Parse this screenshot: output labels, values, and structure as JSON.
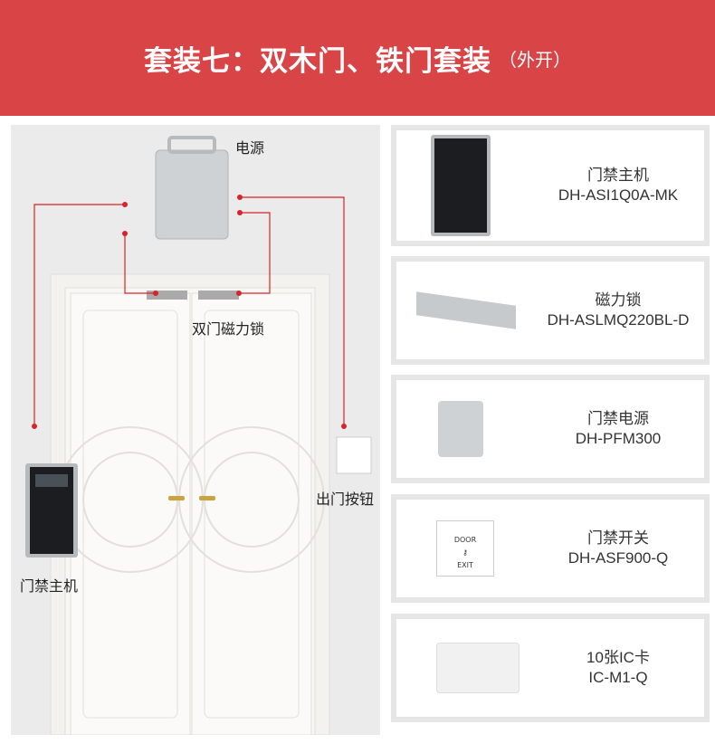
{
  "header": {
    "title": "套装七：双木门、铁门套装",
    "subtitle": "（外开）"
  },
  "diagram": {
    "labels": {
      "power": "电源",
      "lock": "双门磁力锁",
      "exit_button": "出门按钮",
      "controller": "门禁主机"
    },
    "colors": {
      "wire": "#d8232a",
      "accent": "#d94546"
    }
  },
  "products": [
    {
      "name": "门禁主机",
      "model": "DH-ASI1Q0A-MK"
    },
    {
      "name": "磁力锁",
      "model": "DH-ASLMQ220BL-D"
    },
    {
      "name": "门禁电源",
      "model": "DH-PFM300"
    },
    {
      "name": "门禁开关",
      "model": "DH-ASF900-Q"
    },
    {
      "name": "10张IC卡",
      "model": "IC-M1-Q"
    }
  ],
  "exit_plate": {
    "top": "DOOR",
    "bottom": "EXIT"
  }
}
